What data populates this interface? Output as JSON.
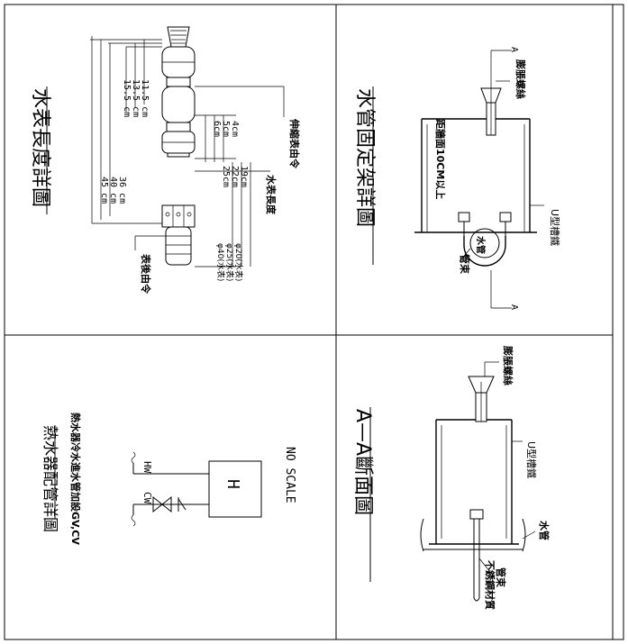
{
  "panels": {
    "meter_length": {
      "title": "水表長度詳圖",
      "dims_top": [
        "11.5 cm",
        "13.5 cm",
        "15.5 cm"
      ],
      "dims_long": [
        "36 cm",
        "40 cm",
        "45 cm"
      ],
      "dims_mid": [
        "4cm",
        "5cm",
        "6cm"
      ],
      "dims_len": [
        "19cm",
        "22cm",
        "25cm"
      ],
      "pipe_sizes": [
        "φ20(水表)",
        "φ25(水表)",
        "φ40(水表)"
      ],
      "label_flex_union": "伸縮表由令",
      "label_meter_length": "水表長度",
      "label_after_union": "表後由令"
    },
    "pipe_support": {
      "title": "水管固定架詳圖",
      "label_anchor": "膨脹螺絲",
      "label_wall": "距牆面10CM以上",
      "label_channel": "U型槽鐵",
      "label_pipe": "水管",
      "label_clamp": "管束",
      "section_mark_top": "A",
      "section_mark_bottom": "A"
    },
    "heater_piping": {
      "title": "熱水器配管詳圖",
      "heater_label": "H",
      "hw_label": "HW",
      "cw_label": "CW",
      "scale_note": "NO SCALE",
      "note": "熱水器冷水進水管加設GV,CV"
    },
    "section_aa": {
      "title": "A—A斷面圖",
      "label_anchor": "膨脹螺絲",
      "label_channel": "U型槽鐵",
      "label_pipe": "水管",
      "label_clamp": "管束",
      "label_material": "不銹鋼材質"
    }
  }
}
